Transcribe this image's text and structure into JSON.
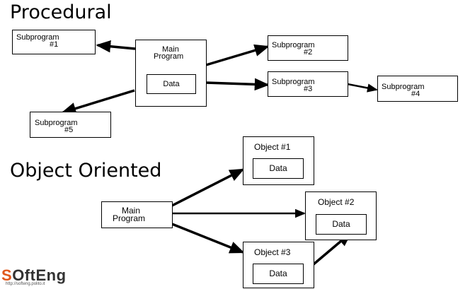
{
  "procedural": {
    "title": "Procedural",
    "main": {
      "line1": "Main",
      "line2": "Program",
      "data": "Data"
    },
    "sub1": {
      "line1": "Subprogram",
      "line2": "#1"
    },
    "sub2": {
      "line1": "Subprogram",
      "line2": "#2"
    },
    "sub3": {
      "line1": "Subprogram",
      "line2": "#3"
    },
    "sub4": {
      "line1": "Subprogram",
      "line2": "#4"
    },
    "sub5": {
      "line1": "Subprogram",
      "line2": "#5"
    }
  },
  "object_oriented": {
    "title": "Object Oriented",
    "main": {
      "line1": "Main",
      "line2": "Program"
    },
    "obj1": {
      "label": "Object #1",
      "data": "Data"
    },
    "obj2": {
      "label": "Object #2",
      "data": "Data"
    },
    "obj3": {
      "label": "Object #3",
      "data": "Data"
    }
  },
  "logo": {
    "s": "S",
    "rest": "OftEng",
    "url": "http://softeng.polito.it",
    "accent_color": "#e0581c"
  }
}
